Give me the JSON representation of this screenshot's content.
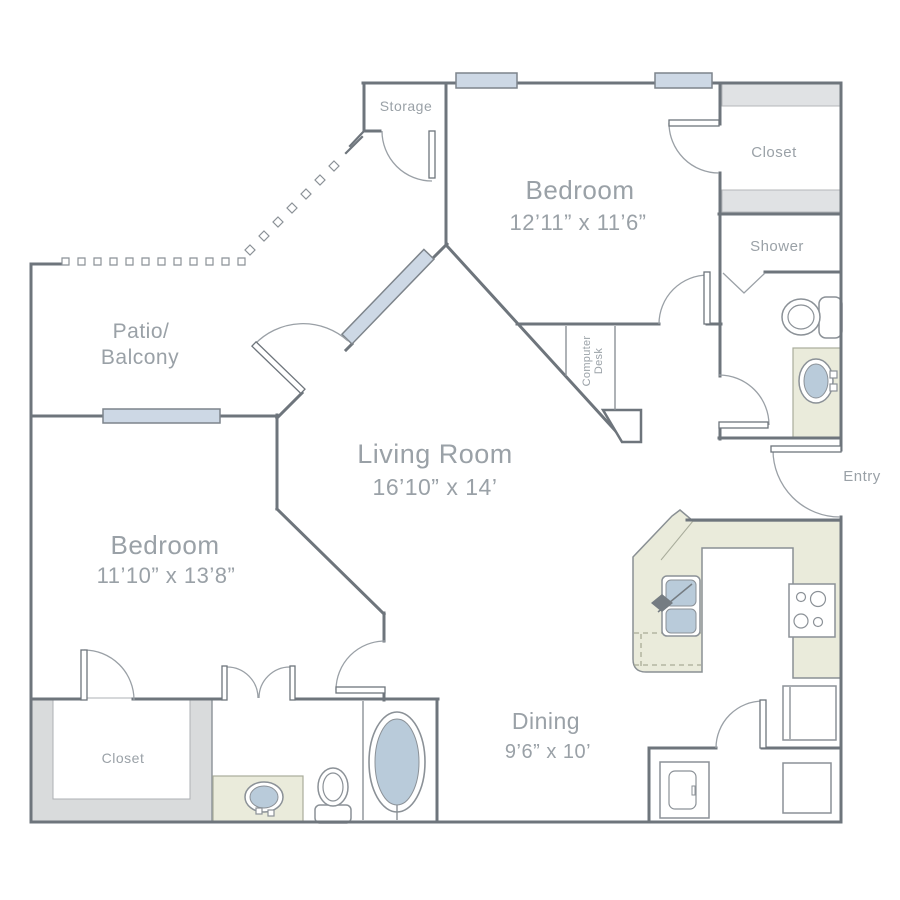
{
  "colors": {
    "wall": "#6e757c",
    "counter_beige": "#eaebdb",
    "window_blue": "#cdd8e5",
    "fixture_blue": "#b9cbda",
    "shelf_gray": "#e0e2e4",
    "closet_gray": "#d9dbdc",
    "label_gray": "#9aa1a7",
    "background": "#ffffff"
  },
  "rooms": {
    "storage": {
      "label": "Storage"
    },
    "bedroom1": {
      "label": "Bedroom",
      "dims": "12’11” x 11’6”"
    },
    "closet_top": {
      "label": "Closet"
    },
    "shower": {
      "label": "Shower"
    },
    "entry": {
      "label": "Entry"
    },
    "patio": {
      "label_line1": "Patio/",
      "label_line2": "Balcony"
    },
    "living": {
      "label": "Living Room",
      "dims": "16’10” x 14’"
    },
    "bedroom2": {
      "label": "Bedroom",
      "dims": "11’10” x 13’8”"
    },
    "computer_desk": {
      "label_line1": "Computer",
      "label_line2": "Desk"
    },
    "closet_bottom": {
      "label": "Closet"
    },
    "dining": {
      "label": "Dining",
      "dims": "9’6” x 10’"
    }
  }
}
